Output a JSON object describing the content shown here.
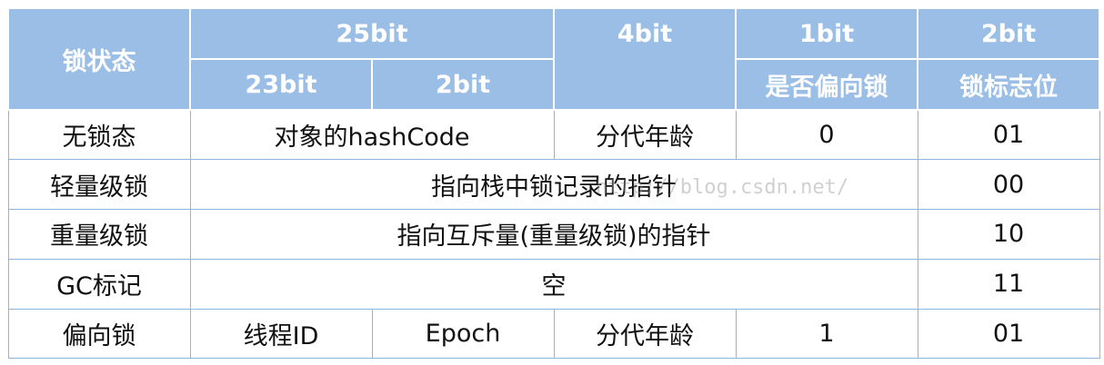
{
  "table": {
    "header": {
      "lock_state": "锁状态",
      "bits_25": "25bit",
      "bits_4": "4bit",
      "bits_1": "1bit",
      "bits_2": "2bit",
      "bits_23": "23bit",
      "bits_2_sub": "2bit",
      "biased_flag": "是否偏向锁",
      "lock_flag": "锁标志位"
    },
    "rows": [
      {
        "state": "无锁态",
        "hash": "对象的hashCode",
        "age": "分代年龄",
        "biased": "0",
        "flag": "01"
      },
      {
        "state": "轻量级锁",
        "content": "指向栈中锁记录的指针",
        "flag": "00"
      },
      {
        "state": "重量级锁",
        "content": "指向互斥量(重量级锁)的指针",
        "flag": "10"
      },
      {
        "state": "GC标记",
        "content": "空",
        "flag": "11"
      },
      {
        "state": "偏向锁",
        "thread_id": "线程ID",
        "epoch": "Epoch",
        "age": "分代年龄",
        "biased": "1",
        "flag": "01"
      }
    ]
  },
  "watermark": "http://blog.csdn.net/"
}
